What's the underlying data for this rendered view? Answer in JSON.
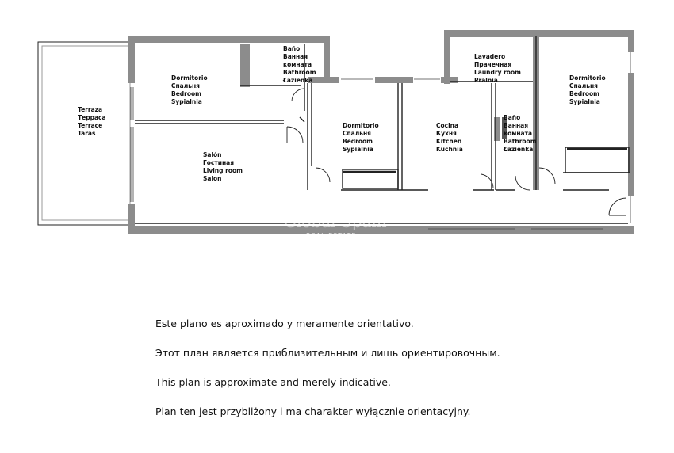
{
  "rooms": {
    "terrace": [
      "Terraza",
      "Терраса",
      "Terrace",
      "Taras"
    ],
    "bedroom_1": [
      "Dormitorio",
      "Спальня",
      "Bedroom",
      "Sypialnia"
    ],
    "bathroom_1": [
      "Baño",
      "Ванная",
      "комната",
      "Bathroom",
      "Łazienka"
    ],
    "living_room": [
      "Salón",
      "Гостиная",
      "Living room",
      "Salon"
    ],
    "bedroom_2": [
      "Dormitorio",
      "Спальня",
      "Bedroom",
      "Sypialnia"
    ],
    "kitchen": [
      "Cocina",
      "Кухня",
      "Kitchen",
      "Kuchnia"
    ],
    "laundry": [
      "Lavadero",
      "Прачечная",
      "Laundry room",
      "Pralnia"
    ],
    "bathroom_2": [
      "Baño",
      "Ванная",
      "комната",
      "Bathroom",
      "Łazienka"
    ],
    "bedroom_3": [
      "Dormitorio",
      "Спальня",
      "Bedroom",
      "Sypialnia"
    ]
  },
  "watermark": {
    "name": "Global Spain",
    "sub": "REAL ESTATE"
  },
  "notes": [
    "Este plano es aproximado y meramente orientativo.",
    "Этот план является приблизительным и лишь ориентировочным.",
    "This plan is approximate and merely indicative.",
    "Plan ten jest przybliżony i ma charakter wyłącznie orientacyjny."
  ],
  "colors": {
    "wall": "#8c8c8c",
    "line": "#222222",
    "background": "#ffffff"
  }
}
